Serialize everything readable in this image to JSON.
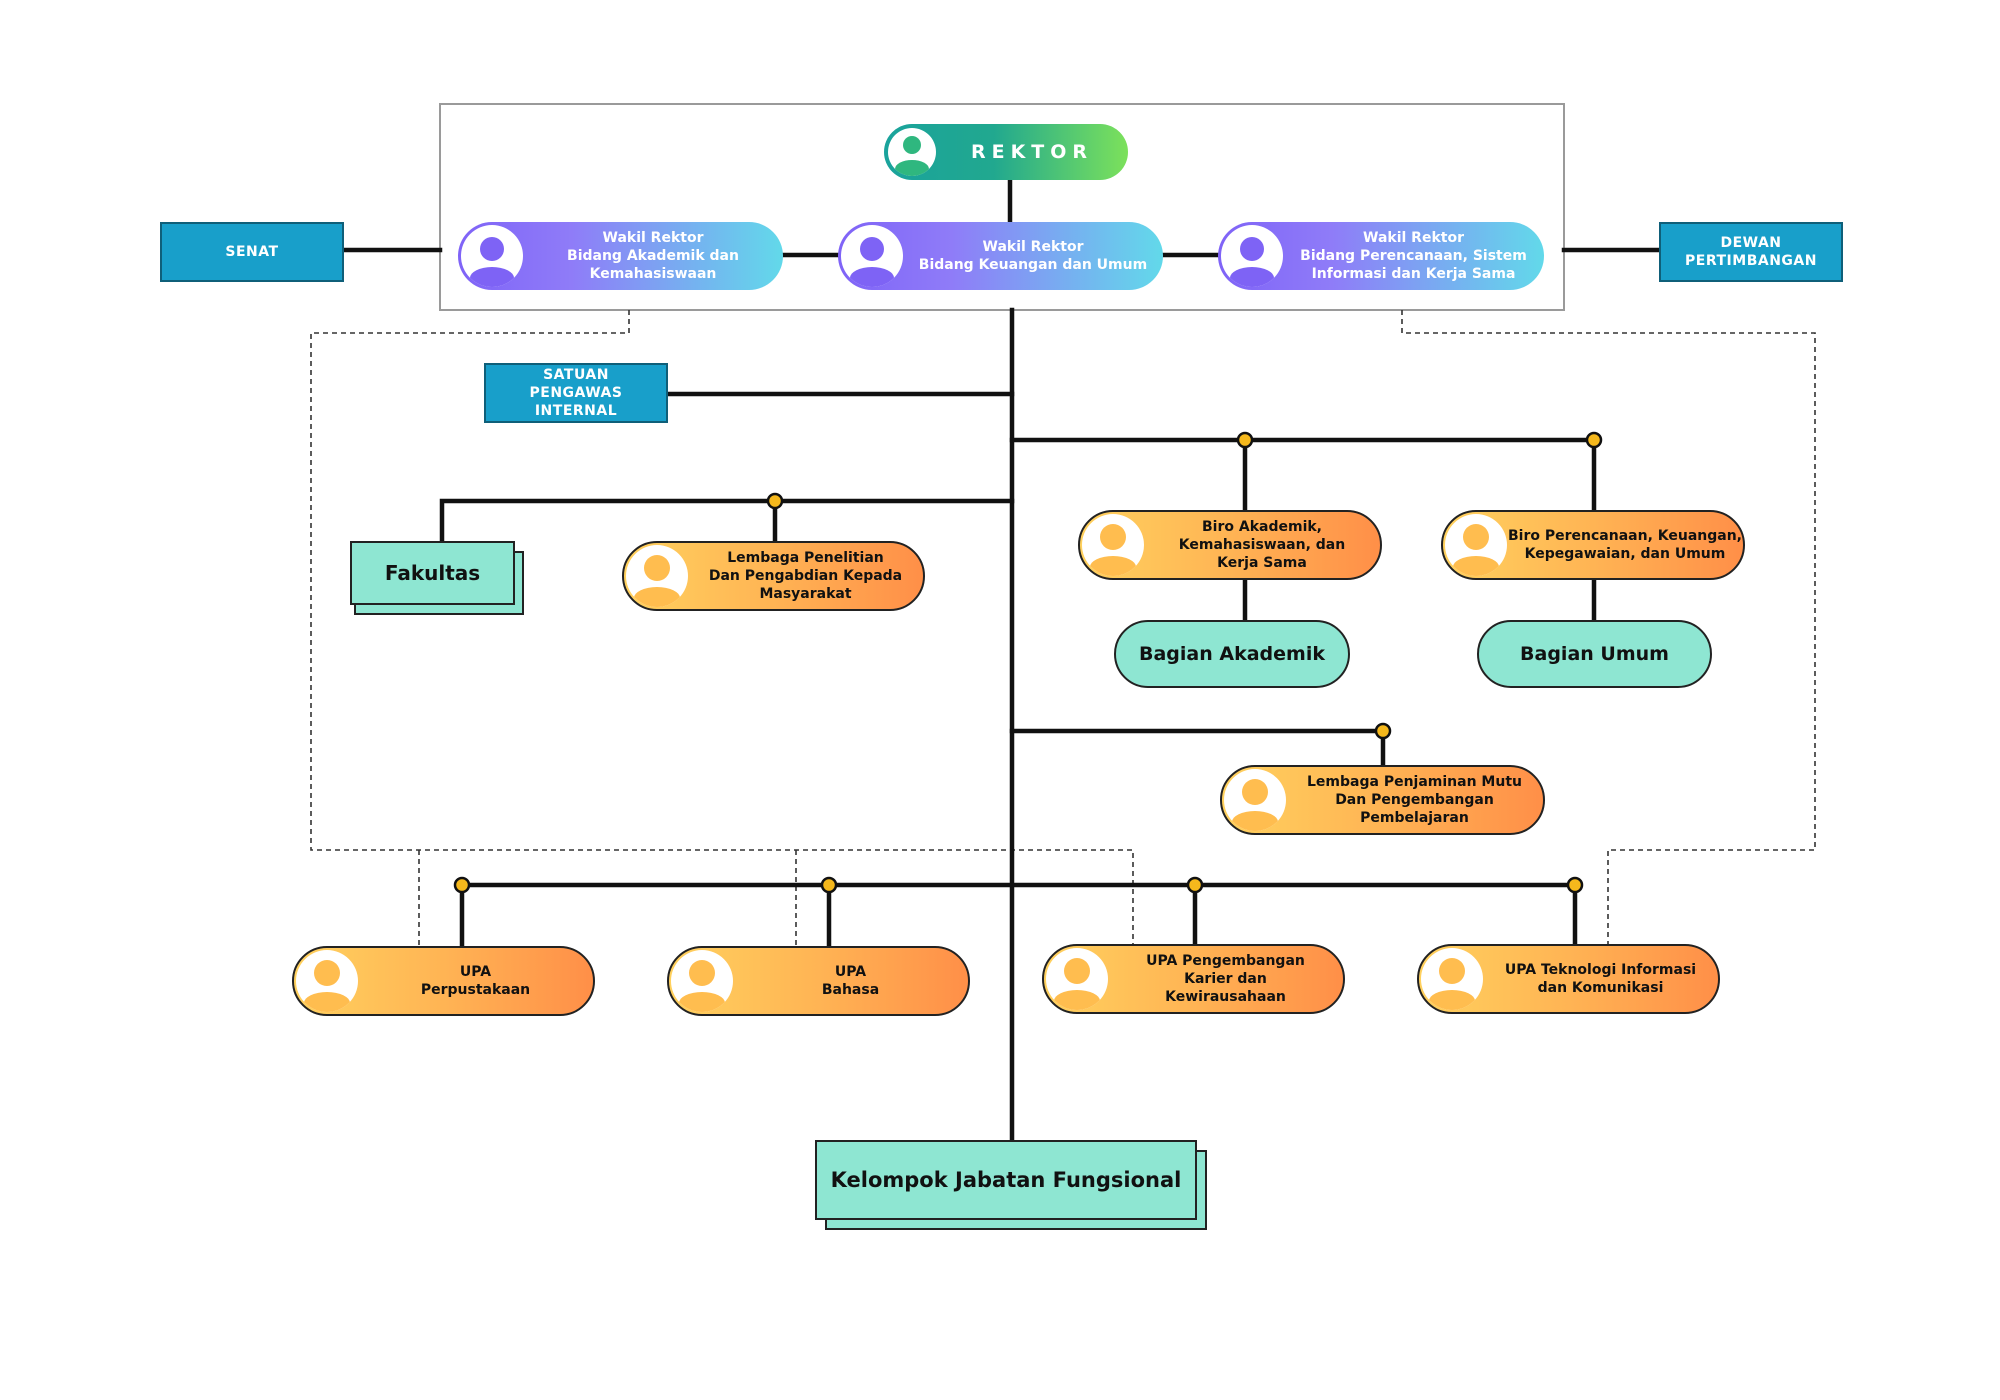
{
  "rektor": "REKTOR",
  "senat": "SENAT",
  "dewan": "DEWAN\nPERTIMBANGAN",
  "spi": "SATUAN\nPENGAWAS INTERNAL",
  "wakil": [
    "Wakil Rektor\nBidang Akademik dan\nKemahasiswaan",
    "Wakil Rektor\nBidang Keuangan dan Umum",
    "Wakil Rektor\nBidang Perencanaan, Sistem\nInformasi dan Kerja Sama"
  ],
  "fakultas": "Fakultas",
  "lppm": "Lembaga Penelitian\nDan Pengabdian Kepada\nMasyarakat",
  "biro_akademik": "Biro Akademik,\nKemahasiswaan, dan\nKerja Sama",
  "biro_perencanaan": "Biro Perencanaan, Keuangan,\nKepegawaian, dan Umum",
  "bagian_akademik": "Bagian Akademik",
  "bagian_umum": "Bagian Umum",
  "lpmpp": "Lembaga Penjaminan Mutu\nDan Pengembangan\nPembelajaran",
  "upa": [
    "UPA\nPerpustakaan",
    "UPA\nBahasa",
    "UPA Pengembangan\nKarier dan\nKewirausahaan",
    "UPA Teknologi Informasi\ndan Komunikasi"
  ],
  "kjf": "Kelompok Jabatan Fungsional",
  "colors": {
    "line": "#111111",
    "dot": "#f5b81c",
    "blue": "#189fca",
    "mint": "#8ee6d2"
  }
}
